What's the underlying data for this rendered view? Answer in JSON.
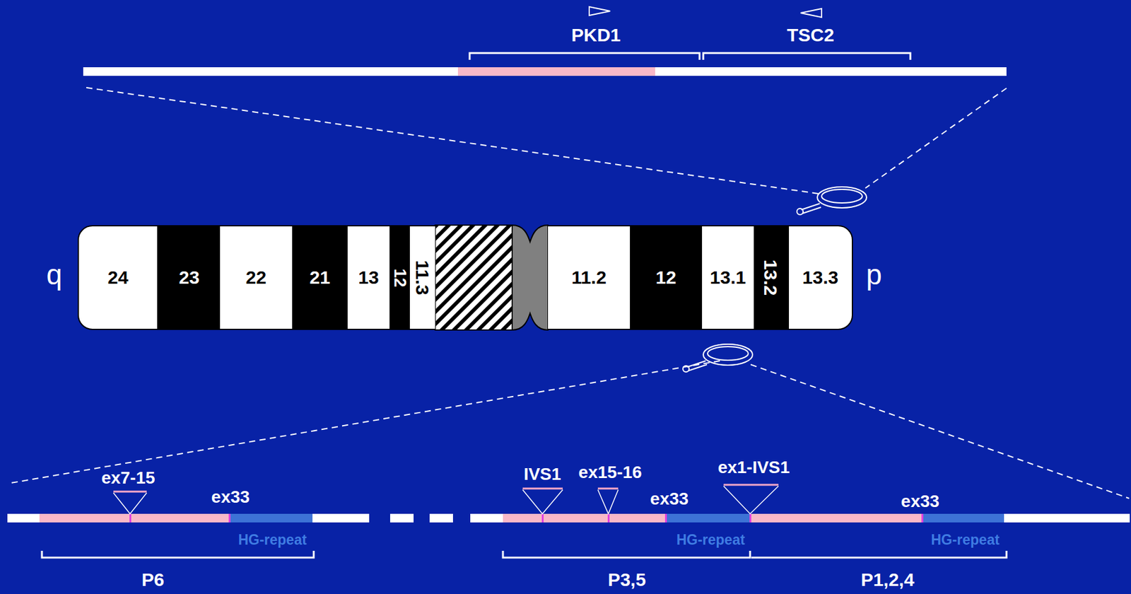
{
  "diagram": {
    "nodes": [
      {
        "text": [
          "24"
        ]
      },
      {
        "text": [
          "23"
        ]
      },
      {
        "text": [
          "22"
        ]
      },
      {
        "text": [
          "21"
        ]
      },
      {
        "text": [
          "13"
        ]
      },
      {
        "text": [
          "12"
        ]
      },
      {
        "text": [
          "11.3"
        ]
      },
      {
        "text": [
          "11.2"
        ]
      },
      {
        "text": [
          "12"
        ]
      },
      {
        "text": [
          "13.1"
        ]
      },
      {
        "text": [
          "13.2"
        ]
      },
      {
        "text": [
          "13.3"
        ]
      }
    ],
    "labels": [
      "PKD1",
      "TSC2",
      "q",
      "p",
      "ex7-15",
      "ex33",
      "IVS1",
      "ex15-16",
      "ex33",
      "ex1-IVS1",
      "ex33",
      "HG-repeat",
      "HG-repeat",
      "HG-repeat",
      "P6",
      "P3,5",
      "P1,2,4"
    ]
  }
}
